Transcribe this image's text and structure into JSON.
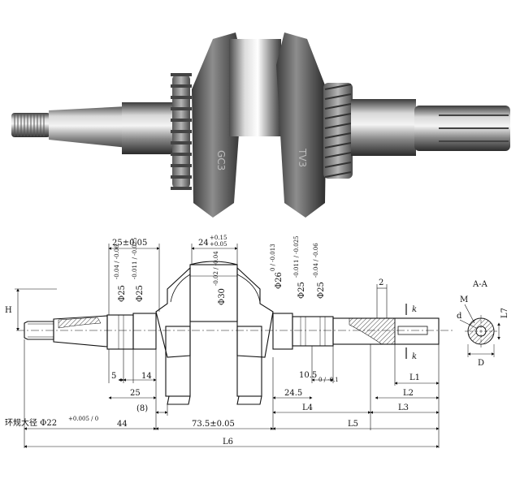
{
  "photo": {
    "engraving_left": "GC3",
    "engraving_right": "TV3"
  },
  "drawing": {
    "dims": {
      "top_25": "25±0.05",
      "top_24": "24",
      "top_24_tol_up": "+0.15",
      "top_24_tol_dn": "+0.05",
      "phi25a": "Φ25",
      "phi25a_tol": "-0.04 / -0.06",
      "phi25b": "Φ25",
      "phi25b_tol": "-0.011 / -0.025",
      "phi30": "Φ30",
      "phi30_tol": "-0.02 / -0.04",
      "phi26": "Φ26",
      "phi26_tol": "0 / -0.013",
      "phi25c": "Φ25",
      "phi25c_tol": "-0.011 / -0.025",
      "phi25d": "Φ25",
      "phi25d_tol": "-0.04 / -0.06",
      "two": "2",
      "H": "H",
      "k1": "k",
      "k2": "k",
      "section": "A-A",
      "M": "M",
      "d": "d",
      "L7": "L7",
      "D": "D",
      "five": "5",
      "fourteen": "14",
      "twentyfive": "25",
      "eight": "(8)",
      "ten5": "10.5",
      "ten5_tol": "0 / -0.1",
      "L1": "L1",
      "L2": "L2",
      "L3": "L3",
      "L4": "L4",
      "L5": "L5",
      "L6": "L6",
      "twentyfour5": "24.5",
      "fortyfour": "44",
      "seventythree": "73.5±0.05",
      "ring_label": "环规大径 Φ22",
      "ring_tol": "+0.005 / 0"
    }
  }
}
